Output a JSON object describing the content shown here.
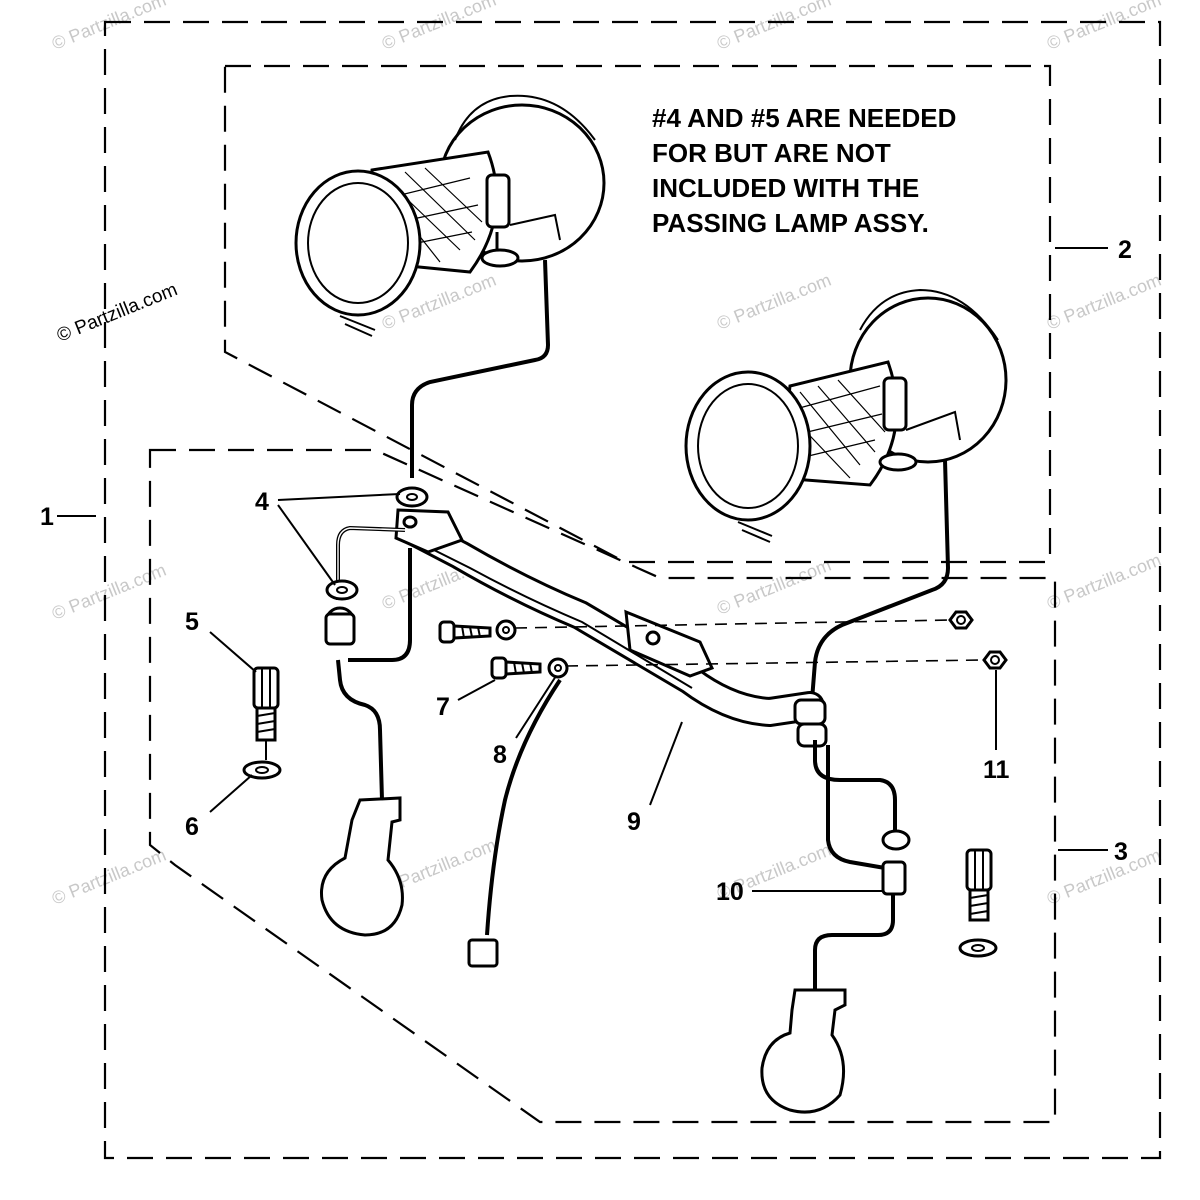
{
  "note": {
    "lines": [
      "#4 AND #5 ARE NEEDED",
      "FOR BUT ARE NOT",
      "INCLUDED WITH THE",
      "PASSING LAMP ASSY."
    ]
  },
  "callouts": [
    "1",
    "2",
    "3",
    "4",
    "5",
    "6",
    "7",
    "8",
    "9",
    "10",
    "11"
  ],
  "watermark": "© Partzilla.com"
}
